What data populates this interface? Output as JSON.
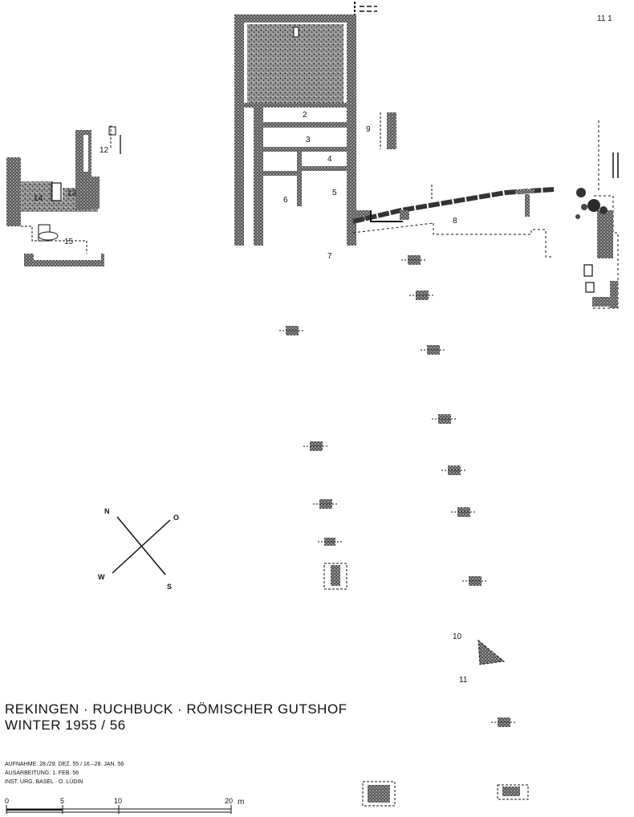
{
  "rooms": [
    "2",
    "3",
    "4",
    "5",
    "6",
    "7",
    "8",
    "9",
    "10",
    "11",
    "12",
    "13",
    "14",
    "15"
  ],
  "compass": {
    "north": "N",
    "east": "O",
    "south": "S",
    "west": "W"
  },
  "title": {
    "line1": "REKINGEN · RUCHBUCK · RÖMISCHER GUTSHOF",
    "line2": "WINTER 1955 / 56"
  },
  "meta": {
    "aufnahme": "AUFNAHME: 28./29. DEZ. 55 / 16.–28. JAN. 56",
    "ausarbeitung": "AUSARBEITUNG: 1. FEB. 56",
    "institut": "INST. URG. BASEL · O. LÜDIN"
  },
  "scale": {
    "ticks": [
      "0",
      "5",
      "10",
      "20"
    ],
    "unit": "m"
  },
  "corner_marks": "11  1"
}
